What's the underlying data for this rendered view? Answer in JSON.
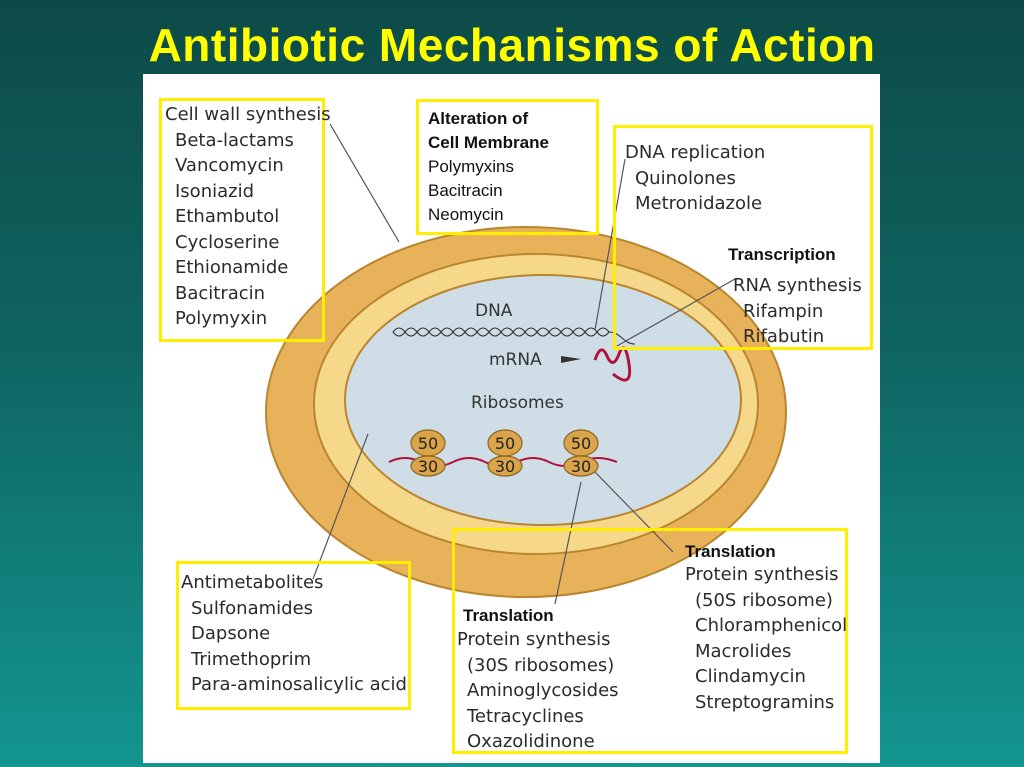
{
  "title": "Antibiotic Mechanisms of Action",
  "colors": {
    "background_top": "#0d4a47",
    "background_bottom": "#139590",
    "title": "#ffff00",
    "box_border": "#ffee00",
    "outer_wall": "#e8b25a",
    "inner_wall": "#f6d88a",
    "cytoplasm": "#cfdde6",
    "ribosome": "#d9a44a",
    "mrna": "#b0123a"
  },
  "cell": {
    "dna_label": "DNA",
    "mrna_label": "mRNA",
    "ribosomes_label": "Ribosomes",
    "ribosome_large": "50",
    "ribosome_small": "30"
  },
  "boxes": {
    "cell_wall": {
      "heading": "Cell wall synthesis",
      "items": [
        "Beta-lactams",
        "Vancomycin",
        "Isoniazid",
        "Ethambutol",
        "Cycloserine",
        "Ethionamide",
        "Bacitracin",
        "Polymyxin"
      ]
    },
    "membrane": {
      "heading_line1": "Alteration of",
      "heading_line2": "Cell Membrane",
      "items": [
        "Polymyxins",
        "Bacitracin",
        "Neomycin"
      ]
    },
    "dna": {
      "heading": "DNA replication",
      "items": [
        "Quinolones",
        "Metronidazole"
      ],
      "transcription_label": "Transcription",
      "transcription_heading": "RNA synthesis",
      "transcription_items": [
        "Rifampin",
        "Rifabutin"
      ]
    },
    "antimetabolites": {
      "heading": "Antimetabolites",
      "items": [
        "Sulfonamides",
        "Dapsone",
        "Trimethoprim",
        "Para-aminosalicylic acid"
      ]
    },
    "translation": {
      "label_50s": "Translation",
      "heading_50s": "Protein synthesis",
      "items_50s": [
        "(50S ribosome)",
        "Chloramphenicol",
        "Macrolides",
        "Clindamycin",
        "Streptogramins"
      ],
      "label_30s": "Translation",
      "heading_30s": "Protein synthesis",
      "items_30s": [
        "(30S ribosomes)",
        "Aminoglycosides",
        "Tetracyclines",
        "Oxazolidinone"
      ]
    }
  }
}
